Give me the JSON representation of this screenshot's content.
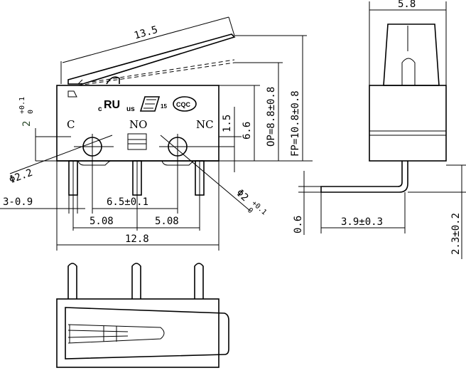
{
  "drawing": {
    "front_view": {
      "lever_length": "13.5",
      "terminal_labels": {
        "common": "C",
        "normally_open": "NO",
        "normally_closed": "NC"
      },
      "hole_left_dia": "Φ2.2",
      "hole_right_dia": "Φ2",
      "hole_right_tol_upper": "+0.1",
      "hole_right_tol_lower": "0",
      "top_offset": "2",
      "top_offset_tol_upper": "+0.1",
      "top_offset_tol_lower": "0",
      "pin_width": "3-0.9",
      "pin_spacing_center": "6.5±0.1",
      "pin_pitch_left": "5.08",
      "pin_pitch_right": "5.08",
      "body_length": "12.8",
      "dim_1_5": "1.5",
      "dim_6_6": "6.6",
      "op": "OP=8.8±0.8",
      "fp": "FP=10.8±0.8"
    },
    "side_view": {
      "width": "5.8",
      "pin_thickness": "0.6",
      "pin_bend_length": "3.9±0.3",
      "pin_height": "2.3±0.2"
    },
    "certifications": {
      "ul_prefix": "c",
      "ul_suffix": "us",
      "ul_mark": "RU",
      "enec_number": "15",
      "cqc": "CQC"
    }
  }
}
